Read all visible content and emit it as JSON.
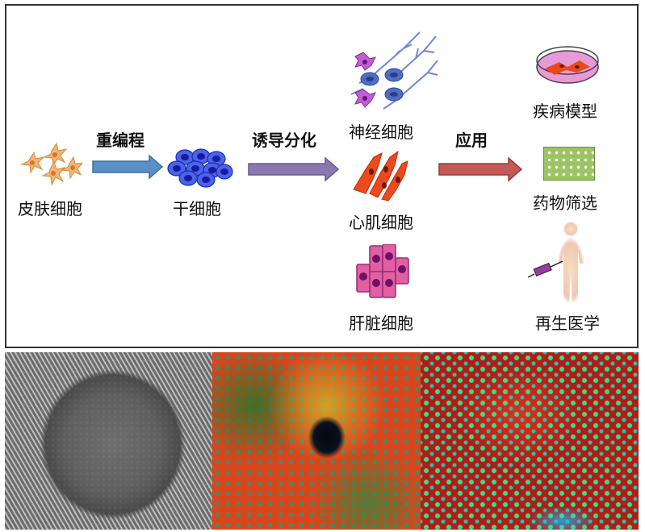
{
  "diagram": {
    "stages": {
      "source": {
        "label": "皮肤细胞",
        "icon": "skin-cells-icon"
      },
      "stem": {
        "label": "干细胞",
        "icon": "stem-cells-icon"
      }
    },
    "arrows": [
      {
        "label": "重编程",
        "color": "#5b8fc4"
      },
      {
        "label": "诱导分化",
        "color": "#8a78b0"
      },
      {
        "label": "应用",
        "color": "#c45a55"
      }
    ],
    "differentiated": [
      {
        "label": "神经细胞",
        "icon": "neuron-cells-icon"
      },
      {
        "label": "心肌细胞",
        "icon": "cardiomyocyte-icon"
      },
      {
        "label": "肝脏细胞",
        "icon": "hepatocyte-icon"
      }
    ],
    "applications": [
      {
        "label": "疾病模型",
        "icon": "petri-dish-icon"
      },
      {
        "label": "药物筛选",
        "icon": "well-plate-icon"
      },
      {
        "label": "再生医学",
        "icon": "human-body-syringe-icon"
      }
    ]
  },
  "photos": [
    {
      "name": "stem-cell-colony-brightfield"
    },
    {
      "name": "differentiated-cells-fluorescence-1"
    },
    {
      "name": "differentiated-cells-fluorescence-2"
    }
  ]
}
